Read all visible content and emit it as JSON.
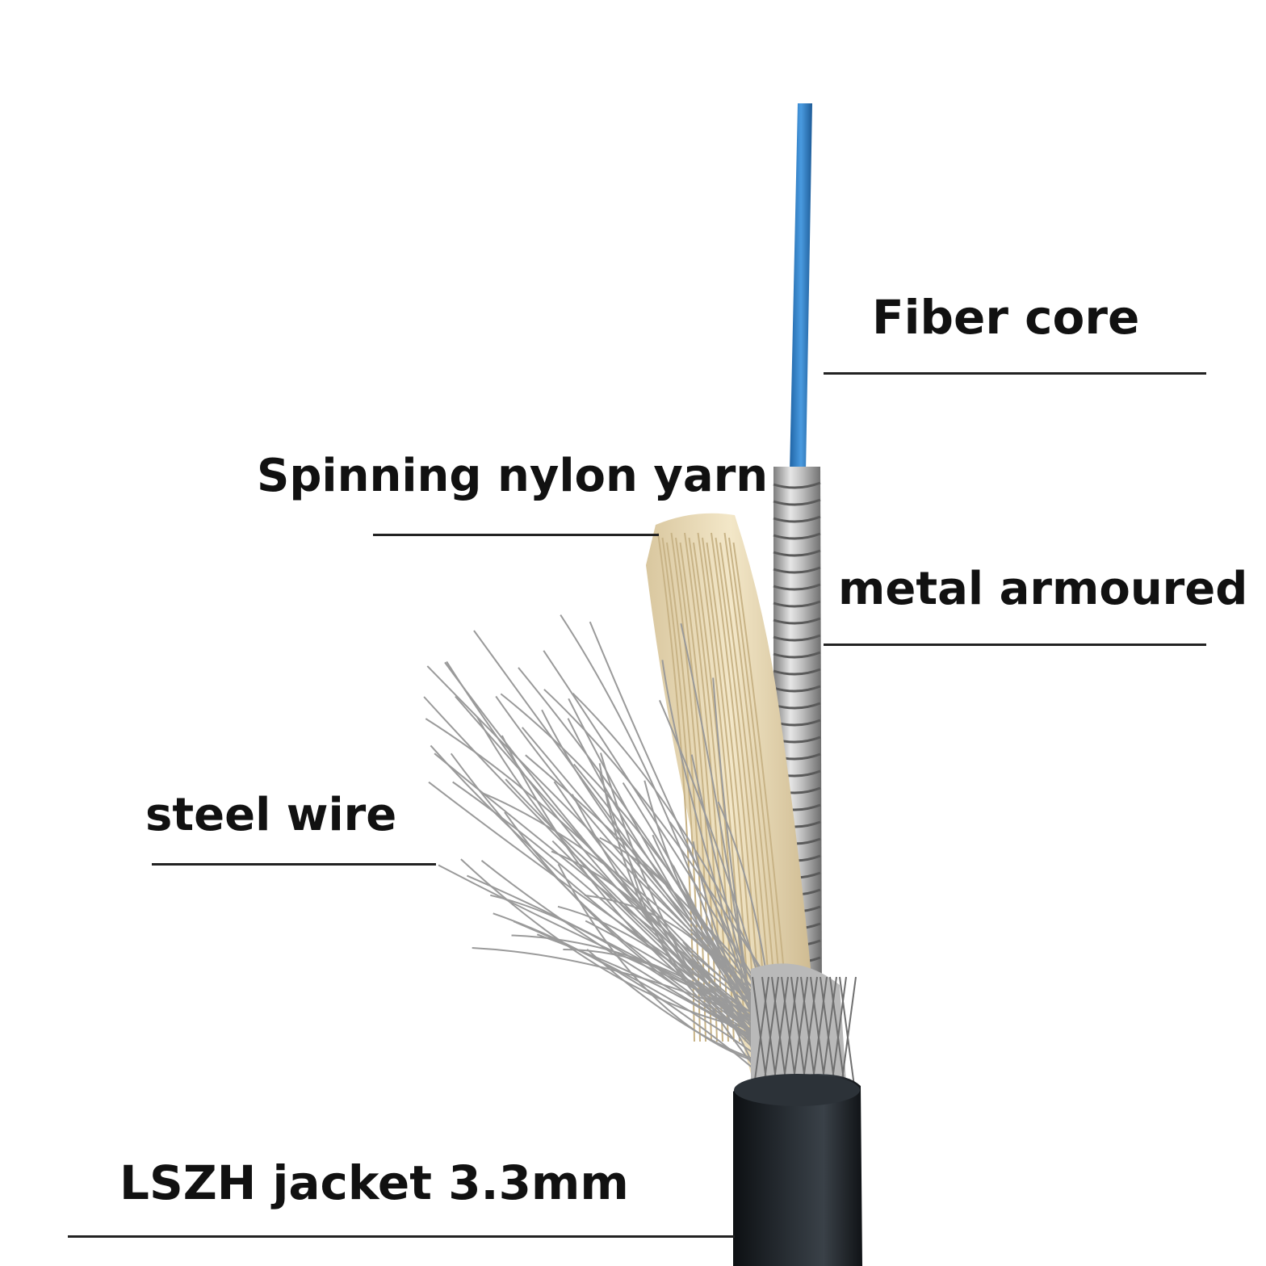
{
  "labels": {
    "fiber_core": "Fiber core",
    "nylon_yarn": "Spinning nylon yarn",
    "metal_armoured": "metal armoured",
    "steel_wire": "steel wire",
    "jacket": "LSZH jacket 3.3mm"
  },
  "colors": {
    "fiber": "#2f7fc6",
    "nylon": "#e8d8b4",
    "steel": "#a7a7a7",
    "jacket": "#1c2024",
    "text": "#111111"
  }
}
